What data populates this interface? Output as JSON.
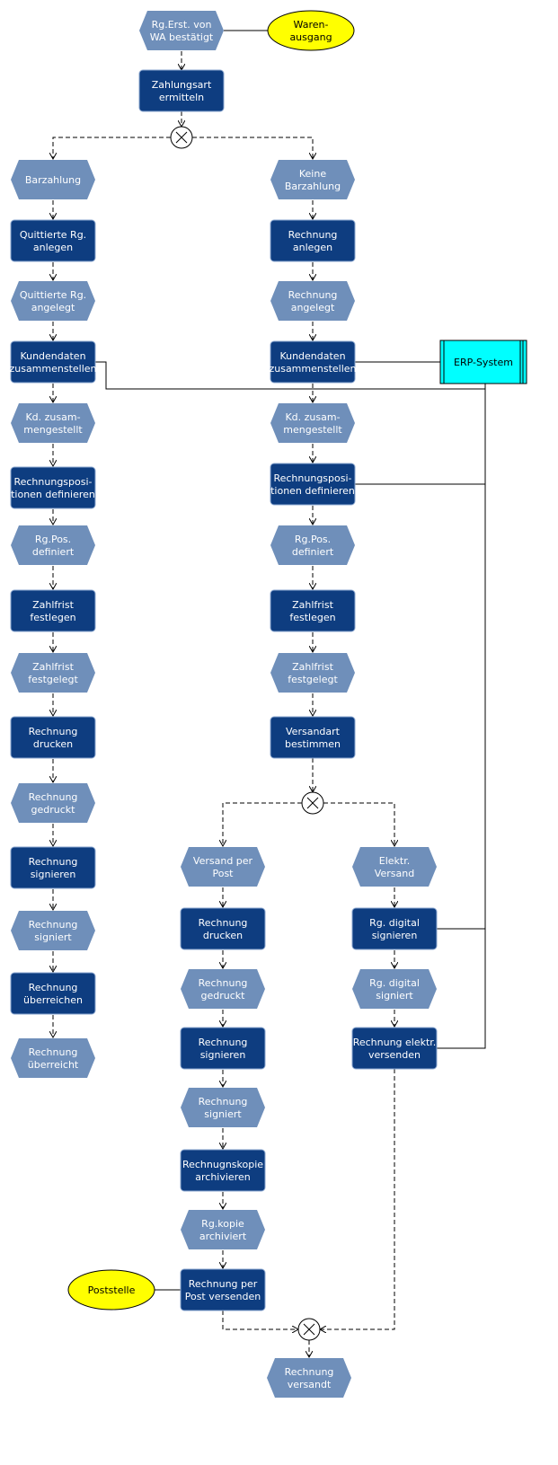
{
  "diagram": {
    "type": "epc",
    "colors": {
      "event": "#6f8fba",
      "function": "#0e3d80",
      "organization": "#ffff00",
      "system": "#00ffff",
      "connector": "#ffffff"
    },
    "nodes": {
      "e_rg_erst": {
        "type": "event",
        "label": [
          "Rg.Erst. von",
          "WA bestätigt"
        ]
      },
      "o_warenausgang": {
        "type": "org",
        "label": [
          "Waren-",
          "ausgang"
        ]
      },
      "f_zahlungsart": {
        "type": "function",
        "label": [
          "Zahlungsart",
          "ermitteln"
        ]
      },
      "x1": {
        "type": "xor",
        "label": []
      },
      "e_barzahlung": {
        "type": "event",
        "label": [
          "Barzahlung"
        ]
      },
      "e_keine_barzahlung": {
        "type": "event",
        "label": [
          "Keine",
          "Barzahlung"
        ]
      },
      "f_quittierte_anlegen": {
        "type": "function",
        "label": [
          "Quittierte Rg.",
          "anlegen"
        ]
      },
      "e_quittierte_angelegt": {
        "type": "event",
        "label": [
          "Quittierte Rg.",
          "angelegt"
        ]
      },
      "f_kundendaten_l": {
        "type": "function",
        "label": [
          "Kundendaten",
          "zusammenstellen"
        ]
      },
      "e_kd_l": {
        "type": "event",
        "label": [
          "Kd. zusam-",
          "mengestellt"
        ]
      },
      "f_rgpos_l": {
        "type": "function",
        "label": [
          "Rechnungsposi-",
          "tionen definieren"
        ]
      },
      "e_rgpos_l": {
        "type": "event",
        "label": [
          "Rg.Pos.",
          "definiert"
        ]
      },
      "f_zahlfrist_l": {
        "type": "function",
        "label": [
          "Zahlfrist",
          "festlegen"
        ]
      },
      "e_zahlfrist_l": {
        "type": "event",
        "label": [
          "Zahlfrist",
          "festgelegt"
        ]
      },
      "f_drucken_l": {
        "type": "function",
        "label": [
          "Rechnung",
          "drucken"
        ]
      },
      "e_gedruckt_l": {
        "type": "event",
        "label": [
          "Rechnung",
          "gedruckt"
        ]
      },
      "f_signieren_l": {
        "type": "function",
        "label": [
          "Rechnung",
          "signieren"
        ]
      },
      "e_signiert_l": {
        "type": "event",
        "label": [
          "Rechnung",
          "signiert"
        ]
      },
      "f_ueberreichen": {
        "type": "function",
        "label": [
          "Rechnung",
          "überreichen"
        ]
      },
      "e_ueberreicht": {
        "type": "event",
        "label": [
          "Rechnung",
          "überreicht"
        ]
      },
      "f_rechnung_anlegen": {
        "type": "function",
        "label": [
          "Rechnung",
          "anlegen"
        ]
      },
      "e_rechnung_angelegt": {
        "type": "event",
        "label": [
          "Rechnung",
          "angelegt"
        ]
      },
      "f_kundendaten_r": {
        "type": "function",
        "label": [
          "Kundendaten",
          "zusammenstellen"
        ]
      },
      "s_erp": {
        "type": "system",
        "label": [
          "ERP-System"
        ]
      },
      "e_kd_r": {
        "type": "event",
        "label": [
          "Kd. zusam-",
          "mengestellt"
        ]
      },
      "f_rgpos_r": {
        "type": "function",
        "label": [
          "Rechnungsposi-",
          "tionen definieren"
        ]
      },
      "e_rgpos_r": {
        "type": "event",
        "label": [
          "Rg.Pos.",
          "definiert"
        ]
      },
      "f_zahlfrist_r": {
        "type": "function",
        "label": [
          "Zahlfrist",
          "festlegen"
        ]
      },
      "e_zahlfrist_r": {
        "type": "event",
        "label": [
          "Zahlfrist",
          "festgelegt"
        ]
      },
      "f_versandart": {
        "type": "function",
        "label": [
          "Versandart",
          "bestimmen"
        ]
      },
      "x2": {
        "type": "xor",
        "label": []
      },
      "e_versand_post": {
        "type": "event",
        "label": [
          "Versand per",
          "Post"
        ]
      },
      "e_elektr_versand": {
        "type": "event",
        "label": [
          "Elektr.",
          "Versand"
        ]
      },
      "f_drucken_m": {
        "type": "function",
        "label": [
          "Rechnung",
          "drucken"
        ]
      },
      "e_gedruckt_m": {
        "type": "event",
        "label": [
          "Rechnung",
          "gedruckt"
        ]
      },
      "f_signieren_m": {
        "type": "function",
        "label": [
          "Rechnung",
          "signieren"
        ]
      },
      "e_signiert_m": {
        "type": "event",
        "label": [
          "Rechnung",
          "signiert"
        ]
      },
      "f_kopie": {
        "type": "function",
        "label": [
          "Rechnugnskopie",
          "archivieren"
        ]
      },
      "e_kopie": {
        "type": "event",
        "label": [
          "Rg.kopie",
          "archiviert"
        ]
      },
      "f_post_versenden": {
        "type": "function",
        "label": [
          "Rechnung per",
          "Post versenden"
        ]
      },
      "o_poststelle": {
        "type": "org",
        "label": [
          "Poststelle"
        ]
      },
      "f_digital_signieren": {
        "type": "function",
        "label": [
          "Rg. digital",
          "signieren"
        ]
      },
      "e_digital_signiert": {
        "type": "event",
        "label": [
          "Rg. digital",
          "signiert"
        ]
      },
      "f_elektr_versenden": {
        "type": "function",
        "label": [
          "Rechnung elektr.",
          "versenden"
        ]
      },
      "x3": {
        "type": "xor",
        "label": []
      },
      "e_versandt": {
        "type": "event",
        "label": [
          "Rechnung",
          "versandt"
        ]
      }
    },
    "edges": [
      {
        "from": "e_rg_erst",
        "to": "f_zahlungsart",
        "kind": "flow"
      },
      {
        "from": "f_zahlungsart",
        "to": "x1",
        "kind": "flow"
      },
      {
        "from": "x1",
        "to": "e_barzahlung",
        "kind": "flow"
      },
      {
        "from": "x1",
        "to": "e_keine_barzahlung",
        "kind": "flow"
      },
      {
        "from": "e_barzahlung",
        "to": "f_quittierte_anlegen",
        "kind": "flow"
      },
      {
        "from": "f_quittierte_anlegen",
        "to": "e_quittierte_angelegt",
        "kind": "flow"
      },
      {
        "from": "e_quittierte_angelegt",
        "to": "f_kundendaten_l",
        "kind": "flow"
      },
      {
        "from": "f_kundendaten_l",
        "to": "e_kd_l",
        "kind": "flow"
      },
      {
        "from": "e_kd_l",
        "to": "f_rgpos_l",
        "kind": "flow"
      },
      {
        "from": "f_rgpos_l",
        "to": "e_rgpos_l",
        "kind": "flow"
      },
      {
        "from": "e_rgpos_l",
        "to": "f_zahlfrist_l",
        "kind": "flow"
      },
      {
        "from": "f_zahlfrist_l",
        "to": "e_zahlfrist_l",
        "kind": "flow"
      },
      {
        "from": "e_zahlfrist_l",
        "to": "f_drucken_l",
        "kind": "flow"
      },
      {
        "from": "f_drucken_l",
        "to": "e_gedruckt_l",
        "kind": "flow"
      },
      {
        "from": "e_gedruckt_l",
        "to": "f_signieren_l",
        "kind": "flow"
      },
      {
        "from": "f_signieren_l",
        "to": "e_signiert_l",
        "kind": "flow"
      },
      {
        "from": "e_signiert_l",
        "to": "f_ueberreichen",
        "kind": "flow"
      },
      {
        "from": "f_ueberreichen",
        "to": "e_ueberreicht",
        "kind": "flow"
      },
      {
        "from": "e_keine_barzahlung",
        "to": "f_rechnung_anlegen",
        "kind": "flow"
      },
      {
        "from": "f_rechnung_anlegen",
        "to": "e_rechnung_angelegt",
        "kind": "flow"
      },
      {
        "from": "e_rechnung_angelegt",
        "to": "f_kundendaten_r",
        "kind": "flow"
      },
      {
        "from": "f_kundendaten_r",
        "to": "e_kd_r",
        "kind": "flow"
      },
      {
        "from": "e_kd_r",
        "to": "f_rgpos_r",
        "kind": "flow"
      },
      {
        "from": "f_rgpos_r",
        "to": "e_rgpos_r",
        "kind": "flow"
      },
      {
        "from": "e_rgpos_r",
        "to": "f_zahlfrist_r",
        "kind": "flow"
      },
      {
        "from": "f_zahlfrist_r",
        "to": "e_zahlfrist_r",
        "kind": "flow"
      },
      {
        "from": "e_zahlfrist_r",
        "to": "f_versandart",
        "kind": "flow"
      },
      {
        "from": "f_versandart",
        "to": "x2",
        "kind": "flow"
      },
      {
        "from": "x2",
        "to": "e_versand_post",
        "kind": "flow"
      },
      {
        "from": "x2",
        "to": "e_elektr_versand",
        "kind": "flow"
      },
      {
        "from": "e_versand_post",
        "to": "f_drucken_m",
        "kind": "flow"
      },
      {
        "from": "f_drucken_m",
        "to": "e_gedruckt_m",
        "kind": "flow"
      },
      {
        "from": "e_gedruckt_m",
        "to": "f_signieren_m",
        "kind": "flow"
      },
      {
        "from": "f_signieren_m",
        "to": "e_signiert_m",
        "kind": "flow"
      },
      {
        "from": "e_signiert_m",
        "to": "f_kopie",
        "kind": "flow"
      },
      {
        "from": "f_kopie",
        "to": "e_kopie",
        "kind": "flow"
      },
      {
        "from": "e_kopie",
        "to": "f_post_versenden",
        "kind": "flow"
      },
      {
        "from": "e_elektr_versand",
        "to": "f_digital_signieren",
        "kind": "flow"
      },
      {
        "from": "f_digital_signieren",
        "to": "e_digital_signiert",
        "kind": "flow"
      },
      {
        "from": "e_digital_signiert",
        "to": "f_elektr_versenden",
        "kind": "flow"
      },
      {
        "from": "f_post_versenden",
        "to": "x3",
        "kind": "flow"
      },
      {
        "from": "f_elektr_versenden",
        "to": "x3",
        "kind": "flow"
      },
      {
        "from": "x3",
        "to": "e_versandt",
        "kind": "flow"
      },
      {
        "from": "o_warenausgang",
        "to": "e_rg_erst",
        "kind": "association"
      },
      {
        "from": "o_poststelle",
        "to": "f_post_versenden",
        "kind": "association"
      },
      {
        "from": "s_erp",
        "to": "f_kundendaten_r",
        "kind": "association"
      },
      {
        "from": "s_erp",
        "to": "f_kundendaten_l",
        "kind": "association"
      },
      {
        "from": "s_erp",
        "to": "f_rgpos_r",
        "kind": "association"
      },
      {
        "from": "s_erp",
        "to": "f_digital_signieren",
        "kind": "association"
      },
      {
        "from": "s_erp",
        "to": "f_elektr_versenden",
        "kind": "association"
      }
    ]
  }
}
